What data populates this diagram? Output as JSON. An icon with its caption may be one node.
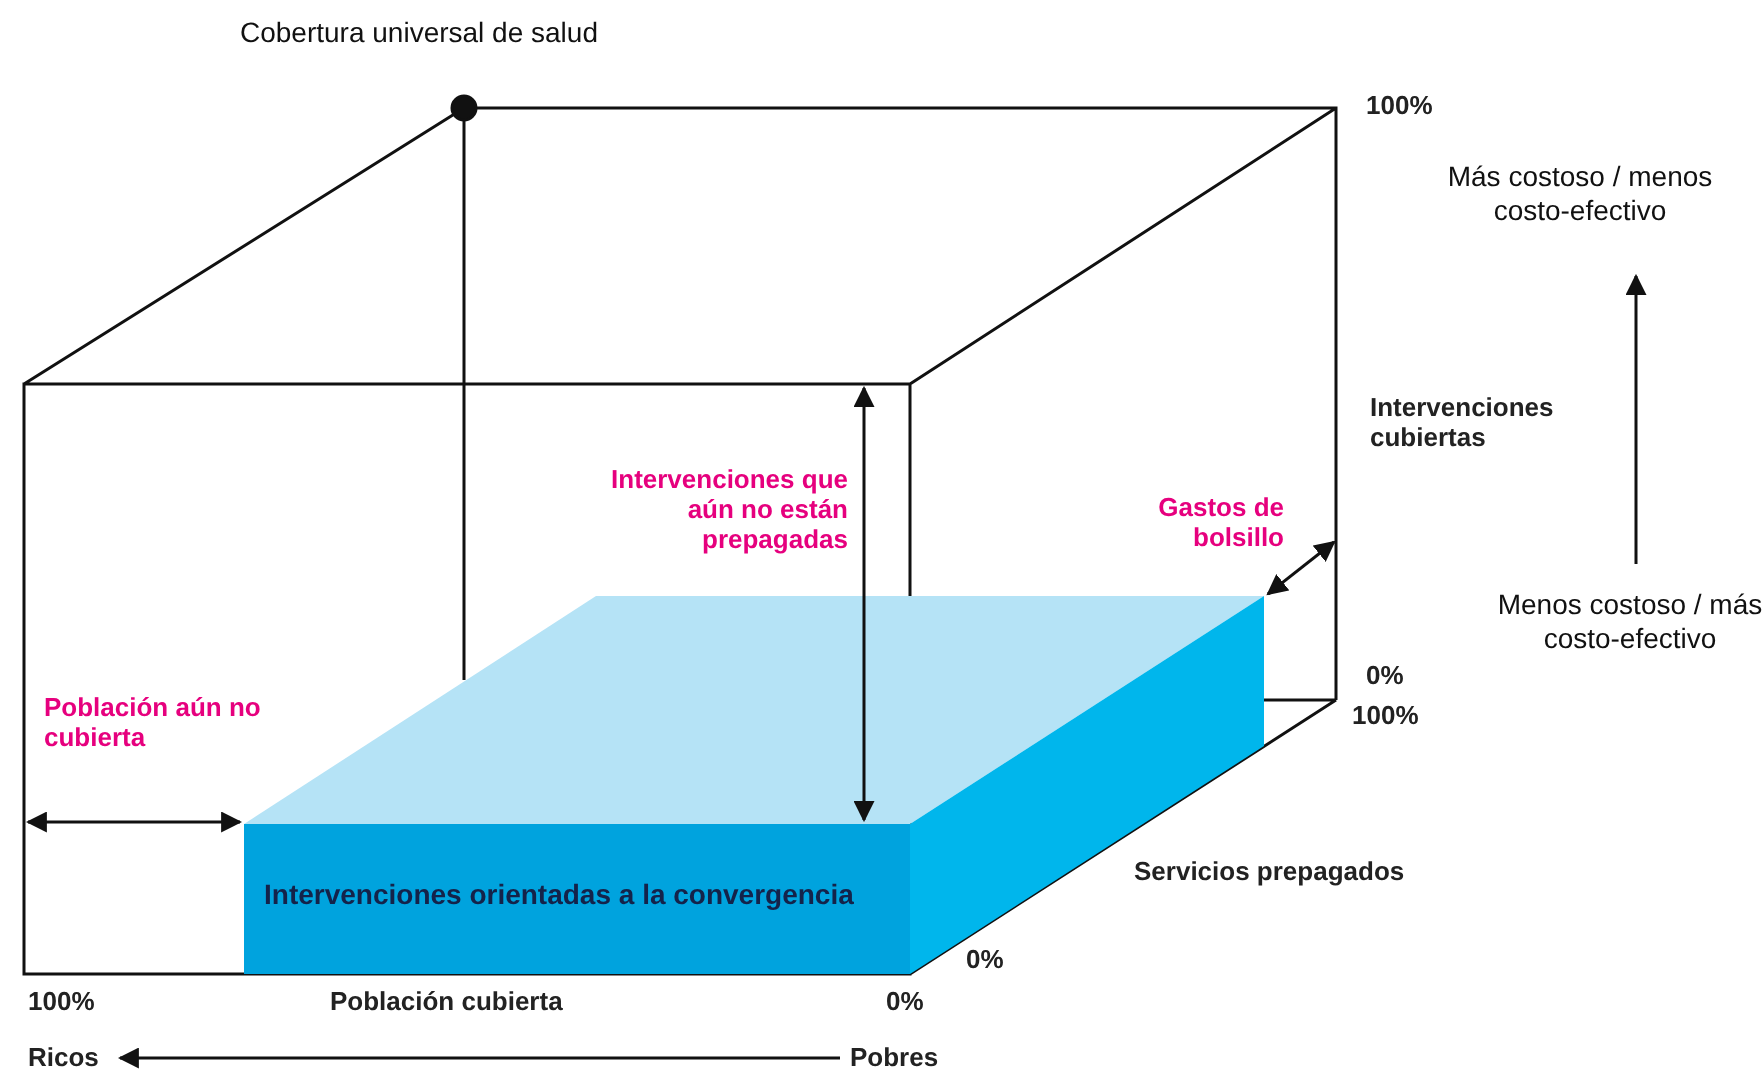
{
  "diagram": {
    "nodes": [
      {
        "text": [
          "Intervenciones orientadas a la convergencia"
        ]
      }
    ],
    "labels": [
      "Cobertura universal de salud",
      "100%",
      "Más costoso / menos costo-efectivo",
      "Intervenciones cubiertas",
      "Intervenciones que aún no están prepagadas",
      "Gastos de bolsillo",
      "Menos costoso / más costo-efectivo",
      "Población aún no cubierta",
      "0%",
      "100%",
      "Servicios prepagados",
      "0%",
      "100%",
      "Población cubierta",
      "0%",
      "Ricos",
      "Pobres"
    ]
  }
}
